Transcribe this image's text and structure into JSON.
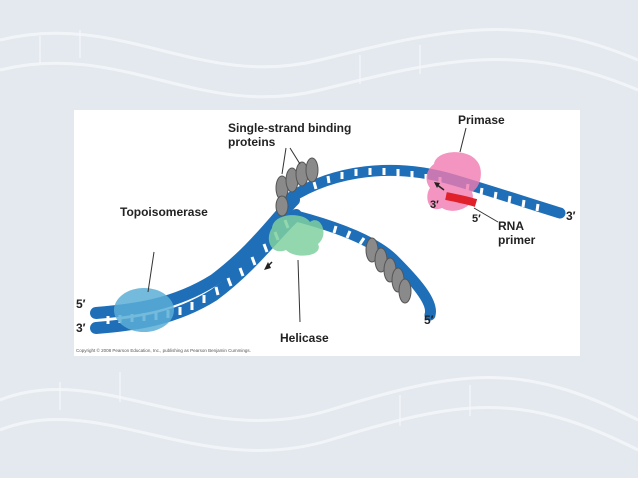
{
  "labels": {
    "ssb_line1": "Single-strand binding",
    "ssb_line2": "proteins",
    "primase": "Primase",
    "topoisomerase": "Topoisomerase",
    "helicase": "Helicase",
    "rna_line1": "RNA",
    "rna_line2": "primer",
    "end_5_left": "5′",
    "end_3_left": "3′",
    "end_3_right": "3′",
    "end_5_lower": "5′",
    "primer_3": "3′",
    "primer_5": "5′"
  },
  "copyright": "Copyright © 2008 Pearson Education, Inc., publishing as Pearson Benjamin Cummings.",
  "colors": {
    "dna_strand": "#1f6fb8",
    "dna_strand_dark": "#0f4f8f",
    "rung": "#ffffff",
    "topoisomerase": "#5aaed6",
    "helicase": "#7fd0a0",
    "primase": "#f07bb0",
    "rna_primer": "#e0202a",
    "ssb_protein": "#8a8a8a"
  }
}
